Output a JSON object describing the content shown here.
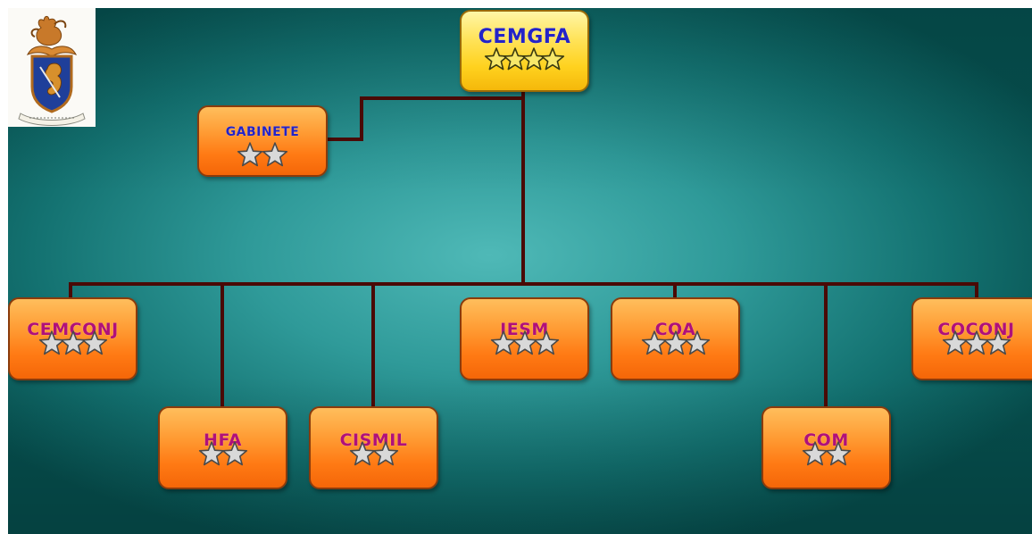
{
  "colors": {
    "connector": "#4a0a06",
    "label_blue": "#2323c8",
    "label_magenta": "#b0107a",
    "top_fill": "#ffd21f",
    "node_fill": "#ff8a1f",
    "background": "#2f9a99"
  },
  "logo": {
    "icon": "coat-of-arms-icon"
  },
  "nodes": {
    "cemgfa": {
      "label": "CEMGFA",
      "stars": 4
    },
    "gabinete": {
      "label": "GABINETE",
      "stars": 2
    },
    "cemconj": {
      "label": "CEMCONJ",
      "stars": 3
    },
    "hfa": {
      "label": "HFA",
      "stars": 2
    },
    "cismil": {
      "label": "CISMIL",
      "stars": 2
    },
    "iesm": {
      "label": "IESM",
      "stars": 3
    },
    "coa": {
      "label": "COA",
      "stars": 3
    },
    "com": {
      "label": "COM",
      "stars": 2
    },
    "coconj": {
      "label": "COCONJ",
      "stars": 3
    }
  }
}
